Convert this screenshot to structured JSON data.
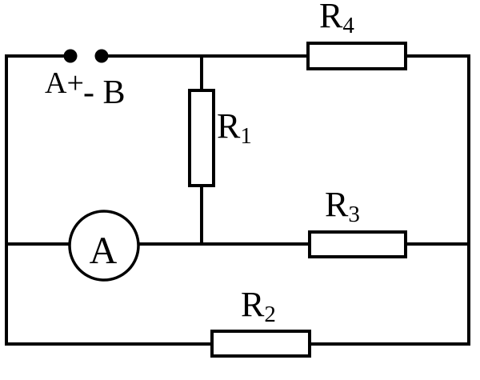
{
  "diagram": {
    "type": "circuit-diagram",
    "background_color": "#ffffff",
    "line_color": "#000000",
    "terminals": {
      "a_label": "A+",
      "b_label": "- B"
    },
    "ammeter": {
      "label": "A"
    },
    "resistors": {
      "r1": {
        "name": "R",
        "sub": "1"
      },
      "r2": {
        "name": "R",
        "sub": "2"
      },
      "r3": {
        "name": "R",
        "sub": "3"
      },
      "r4": {
        "name": "R",
        "sub": "4"
      }
    }
  }
}
